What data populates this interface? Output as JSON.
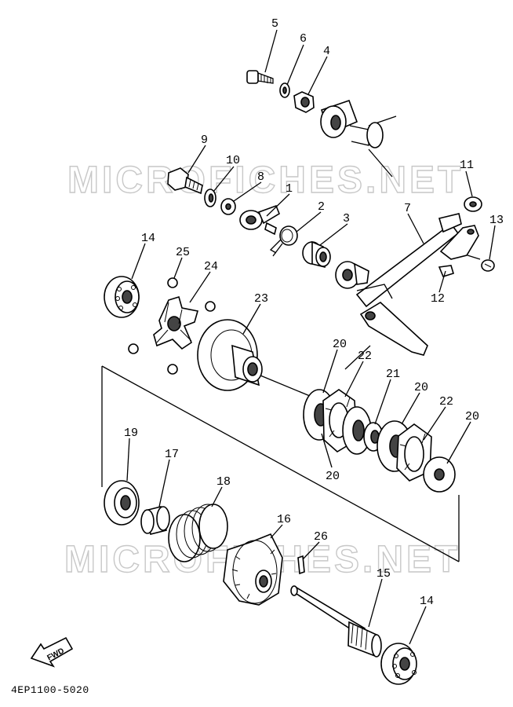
{
  "watermark": "MICROFICHES.NET",
  "diagram_code": "4EP1100-5020",
  "fwd_label": "FWD",
  "callouts": [
    {
      "id": "c5",
      "text": "5"
    },
    {
      "id": "c6",
      "text": "6"
    },
    {
      "id": "c4",
      "text": "4"
    },
    {
      "id": "c9",
      "text": "9"
    },
    {
      "id": "c10",
      "text": "10"
    },
    {
      "id": "c8",
      "text": "8"
    },
    {
      "id": "c1",
      "text": "1"
    },
    {
      "id": "c2",
      "text": "2"
    },
    {
      "id": "c3",
      "text": "3"
    },
    {
      "id": "c7",
      "text": "7"
    },
    {
      "id": "c11",
      "text": "11"
    },
    {
      "id": "c13",
      "text": "13"
    },
    {
      "id": "c12",
      "text": "12"
    },
    {
      "id": "c14a",
      "text": "14"
    },
    {
      "id": "c25",
      "text": "25"
    },
    {
      "id": "c24",
      "text": "24"
    },
    {
      "id": "c23",
      "text": "23"
    },
    {
      "id": "c20a",
      "text": "20"
    },
    {
      "id": "c22a",
      "text": "22"
    },
    {
      "id": "c21",
      "text": "21"
    },
    {
      "id": "c20b",
      "text": "20"
    },
    {
      "id": "c22b",
      "text": "22"
    },
    {
      "id": "c20c",
      "text": "20"
    },
    {
      "id": "c20d",
      "text": "20"
    },
    {
      "id": "c19",
      "text": "19"
    },
    {
      "id": "c17",
      "text": "17"
    },
    {
      "id": "c18",
      "text": "18"
    },
    {
      "id": "c16",
      "text": "16"
    },
    {
      "id": "c26",
      "text": "26"
    },
    {
      "id": "c15",
      "text": "15"
    },
    {
      "id": "c14b",
      "text": "14"
    }
  ]
}
